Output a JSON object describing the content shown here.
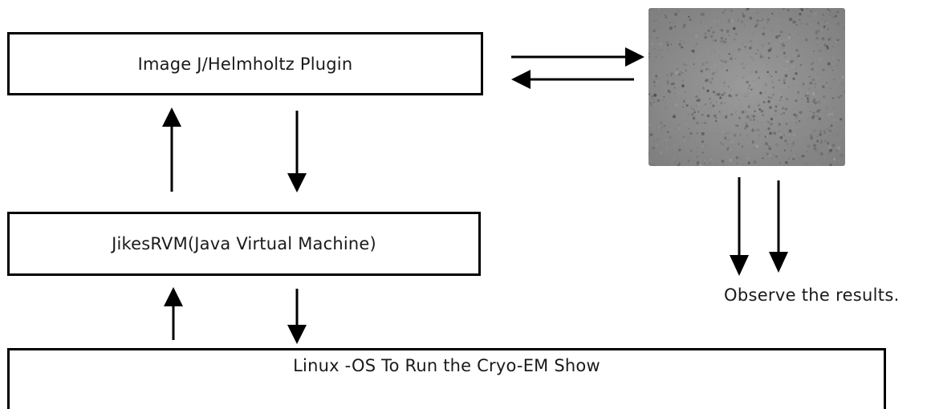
{
  "boxes": {
    "plugin": "Image J/Helmholtz Plugin",
    "jvm": "JikesRVM(Java Virtual Machine)",
    "linux": "Linux -OS To Run the Cryo-EM Show"
  },
  "caption": "Observe the results.",
  "image": {
    "kind": "cryo-em-micrograph",
    "tone": "#8d8d8d"
  },
  "colors": {
    "stroke": "#000000",
    "text": "#1a1a1a",
    "background": "#ffffff"
  }
}
